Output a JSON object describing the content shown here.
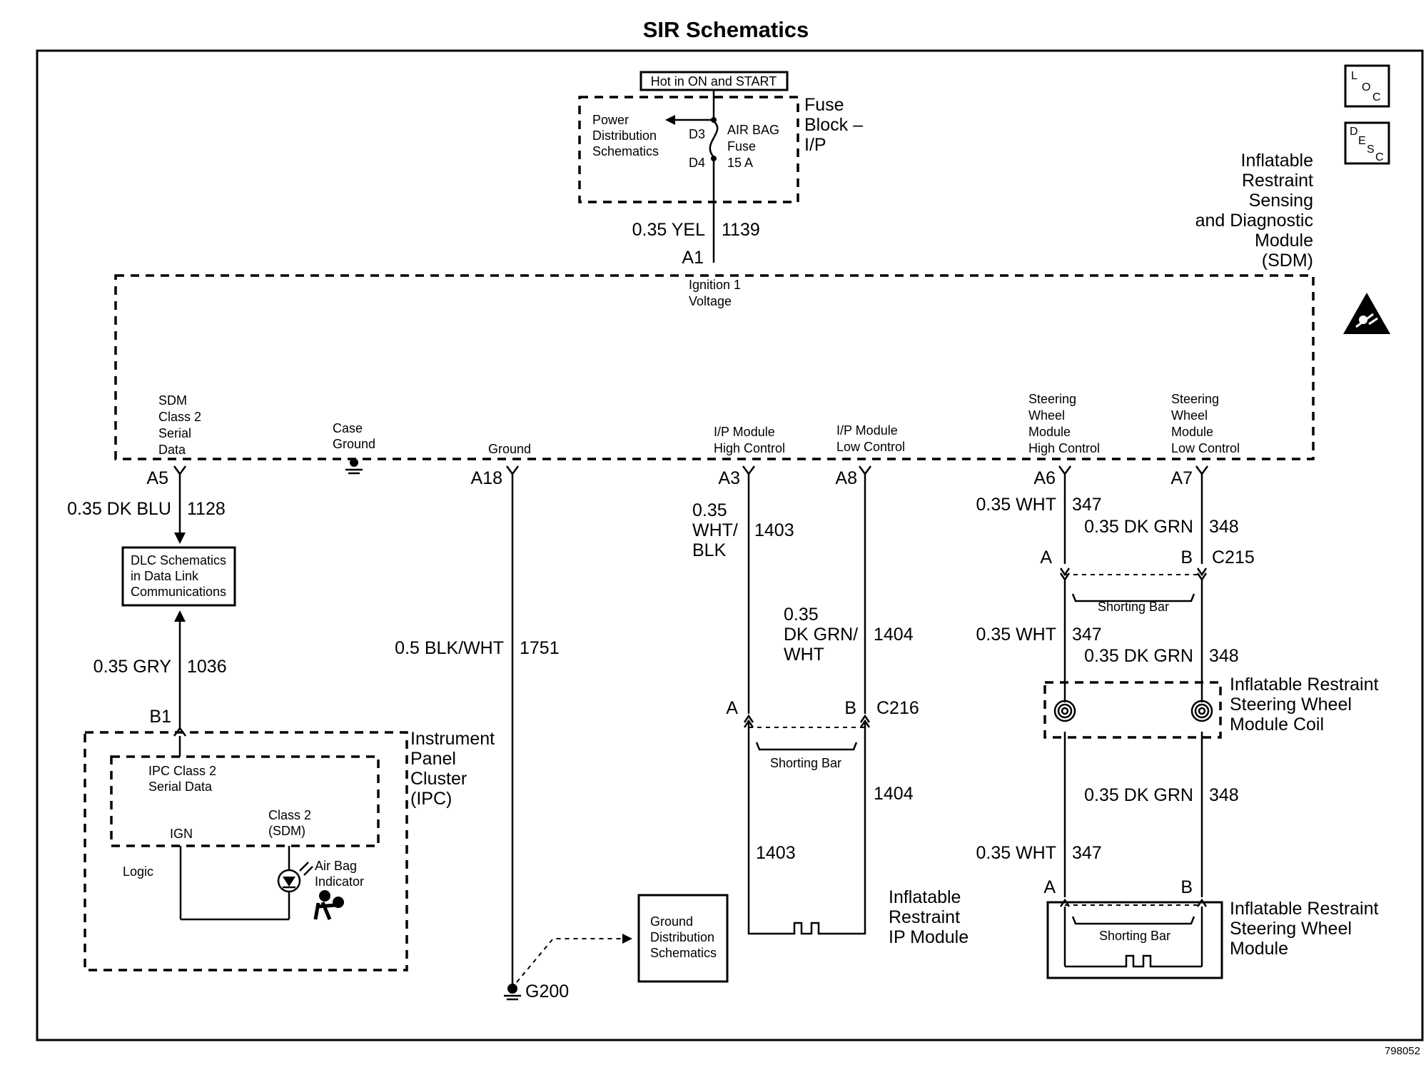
{
  "title": "SIR Schematics",
  "doc_number": "798052",
  "icons": {
    "loc": {
      "name": "loc-icon",
      "letters": [
        "L",
        "O",
        "C"
      ]
    },
    "desc": {
      "name": "desc-icon",
      "letters": [
        "D",
        "E",
        "S",
        "C"
      ]
    },
    "warning": {
      "name": "airbag-warning-icon"
    }
  },
  "power": {
    "hot_label": "Hot in ON and START",
    "fuse_block": [
      "Fuse",
      "Block –",
      "I/P"
    ],
    "power_distribution": [
      "Power",
      "Distribution",
      "Schematics"
    ],
    "pin_d3": "D3",
    "pin_d4": "D4",
    "fuse_name": [
      "AIR BAG",
      "Fuse",
      "15 A"
    ]
  },
  "sdm": {
    "name": [
      "Inflatable",
      "Restraint",
      "Sensing",
      "and Diagnostic",
      "Module",
      "(SDM)"
    ],
    "ignition": [
      "Ignition 1",
      "Voltage"
    ],
    "class2": [
      "SDM",
      "Class 2",
      "Serial",
      "Data"
    ],
    "case_ground": [
      "Case",
      "Ground"
    ],
    "ground": "Ground",
    "ip_high": [
      "I/P Module",
      "High Control"
    ],
    "ip_low": [
      "I/P Module",
      "Low Control"
    ],
    "sw_high": [
      "Steering",
      "Wheel",
      "Module",
      "High Control"
    ],
    "sw_low": [
      "Steering",
      "Wheel",
      "Module",
      "Low Control"
    ]
  },
  "pins": {
    "a1": "A1",
    "a5": "A5",
    "a18": "A18",
    "a3": "A3",
    "a8": "A8",
    "a6": "A6",
    "a7": "A7",
    "b1": "B1"
  },
  "wires": {
    "feed": {
      "color": "0.35 YEL",
      "circuit": "1139"
    },
    "data_sdm": {
      "color": "0.35 DK BLU",
      "circuit": "1128"
    },
    "data_ipc": {
      "color": "0.35 GRY",
      "circuit": "1036"
    },
    "ground": {
      "color": "0.5 BLK/WHT",
      "circuit": "1751"
    },
    "ip_high": {
      "color": [
        "0.35",
        "WHT/",
        "BLK"
      ],
      "circuit": "1403"
    },
    "ip_low": {
      "color": [
        "0.35",
        "DK GRN/",
        "WHT"
      ],
      "circuit": "1404"
    },
    "ip_high_lower": {
      "circuit": "1403"
    },
    "ip_low_lower": {
      "circuit": "1404"
    },
    "sw_high_1": {
      "color": "0.35 WHT",
      "circuit": "347"
    },
    "sw_low_1": {
      "color": "0.35 DK GRN",
      "circuit": "348"
    },
    "sw_high_2": {
      "color": "0.35 WHT",
      "circuit": "347"
    },
    "sw_low_2": {
      "color": "0.35 DK GRN",
      "circuit": "348"
    },
    "sw_low_3": {
      "color": "0.35 DK GRN",
      "circuit": "348"
    },
    "sw_high_3": {
      "color": "0.35 WHT",
      "circuit": "347"
    }
  },
  "dlc": {
    "text": [
      "DLC Schematics",
      "in Data Link",
      "Communications"
    ]
  },
  "ipc": {
    "name": [
      "Instrument",
      "Panel",
      "Cluster",
      "(IPC)"
    ],
    "class2": [
      "IPC Class 2",
      "Serial Data"
    ],
    "ign": "IGN",
    "class2_sdm": [
      "Class 2",
      "(SDM)"
    ],
    "logic": "Logic",
    "indicator": [
      "Air Bag",
      "Indicator"
    ]
  },
  "ground": {
    "g200": "G200",
    "distribution": [
      "Ground",
      "Distribution",
      "Schematics"
    ]
  },
  "c216": {
    "name": "C216",
    "a": "A",
    "b": "B",
    "shorting_bar": "Shorting Bar"
  },
  "ip_module": {
    "name": [
      "Inflatable",
      "Restraint",
      "IP Module"
    ]
  },
  "c215": {
    "name": "C215",
    "a": "A",
    "b": "B",
    "shorting_bar": "Shorting Bar"
  },
  "coil": {
    "name": [
      "Inflatable Restraint",
      "Steering Wheel",
      "Module Coil"
    ]
  },
  "sw_module": {
    "name": [
      "Inflatable Restraint",
      "Steering Wheel",
      "Module"
    ],
    "a": "A",
    "b": "B",
    "shorting_bar": "Shorting Bar"
  }
}
